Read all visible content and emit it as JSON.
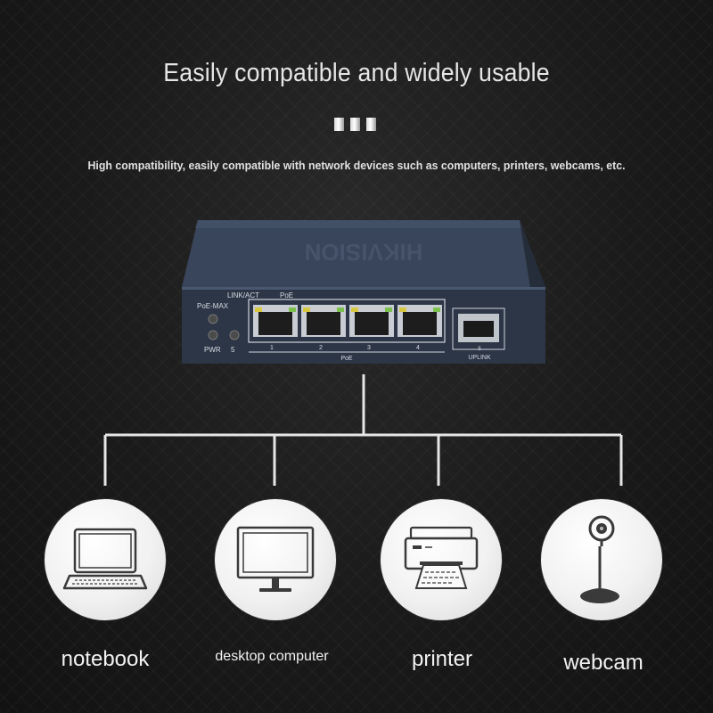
{
  "header": {
    "title": "Easily compatible and widely usable",
    "subtitle": "High compatibility, easily compatible with network devices such as computers, printers, webcams, etc."
  },
  "device": {
    "led_labels": {
      "poe_max": "PoE-MAX",
      "link_act": "LINK/ACT",
      "poe": "PoE",
      "pwr": "PWR",
      "port5": "5"
    },
    "port_numbers": [
      "1",
      "2",
      "3",
      "4"
    ],
    "poe_group_label": "PoE",
    "uplink_number": "5",
    "uplink_label": "UPLINK"
  },
  "devices": [
    {
      "label": "notebook",
      "icon": "laptop-icon"
    },
    {
      "label": "desktop computer",
      "icon": "monitor-icon"
    },
    {
      "label": "printer",
      "icon": "printer-icon"
    },
    {
      "label": "webcam",
      "icon": "webcam-icon"
    }
  ],
  "colors": {
    "background": "#1a1a1a",
    "switch_body": "#2f3a4a",
    "connector_line": "#e6e6e6",
    "icon_stroke": "#3a3a3a"
  }
}
